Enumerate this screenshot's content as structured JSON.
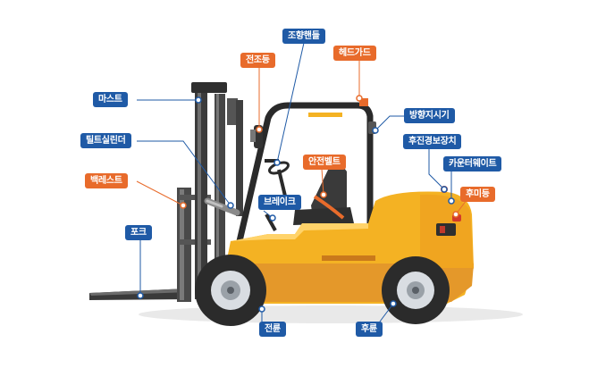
{
  "colors": {
    "blue": "#1f5aa6",
    "orange": "#e86b2b",
    "body": "#f4b223",
    "body_dark": "#c9791b",
    "tire": "#2b2b2b",
    "rim": "#d9dde2"
  },
  "labels": {
    "mast": "마스트",
    "tilt_cylinder": "틸트실린더",
    "backrest": "백레스트",
    "fork": "포크",
    "headlight": "전조등",
    "steering_handle": "조향핸들",
    "head_guard": "헤드가드",
    "turn_signal": "방향지시기",
    "rear_warning": "후진경보장치",
    "counterweight": "카운터웨이트",
    "rear_light": "후미등",
    "seatbelt": "안전벨트",
    "brake": "브레이크",
    "front_wheel": "전륜",
    "rear_wheel": "후륜"
  }
}
